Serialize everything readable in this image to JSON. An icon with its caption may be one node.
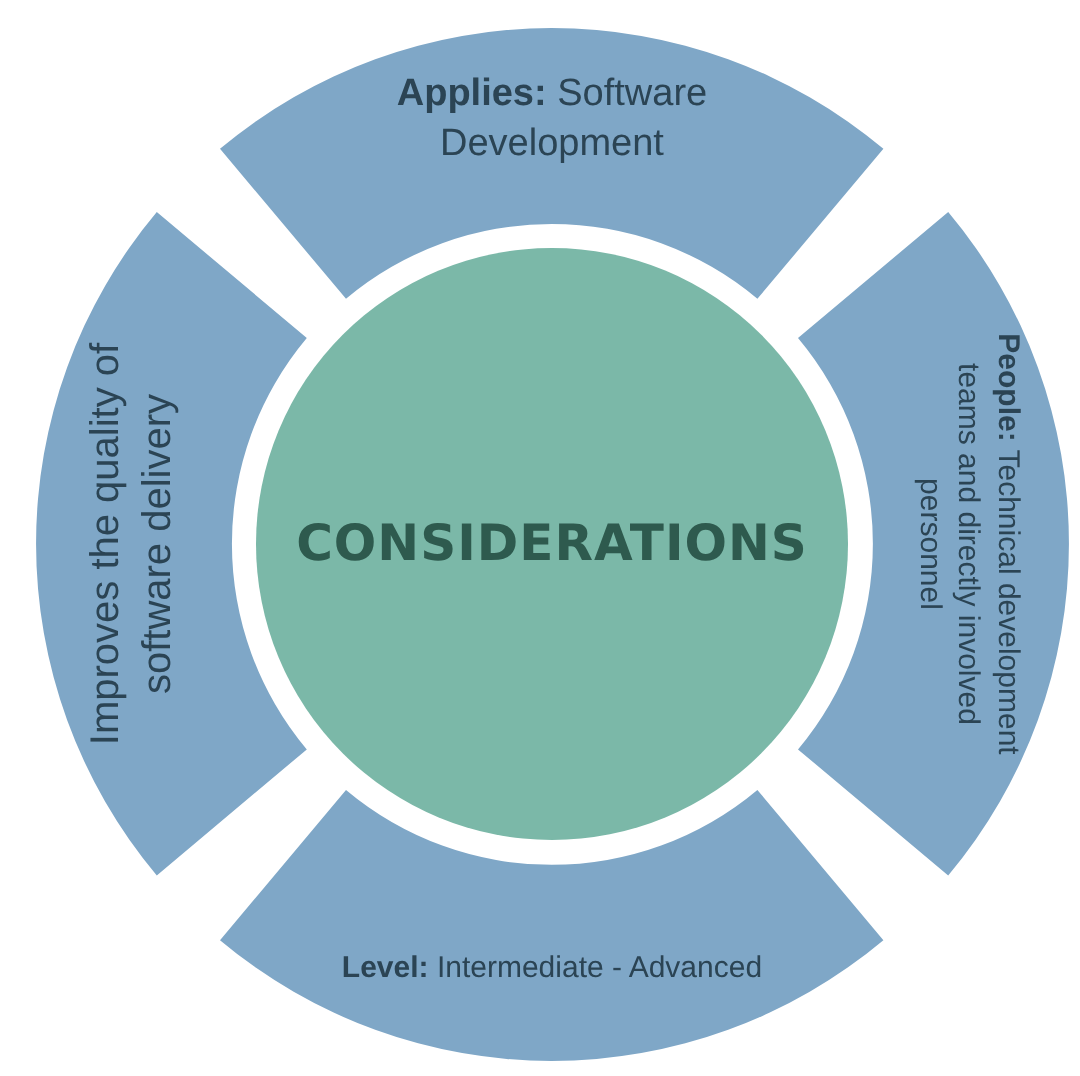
{
  "diagram": {
    "nodes": [
      {
        "text": [
          "CONSIDERATIONS"
        ]
      },
      {
        "text": [
          "**Applies:** Software Development"
        ]
      },
      {
        "text": [
          "**People:** Technical development teams and directly involved personnel"
        ]
      },
      {
        "text": [
          "**Level:** Intermediate - Advanced"
        ]
      },
      {
        "text": [
          "Improves the quality of software delivery"
        ]
      }
    ]
  }
}
